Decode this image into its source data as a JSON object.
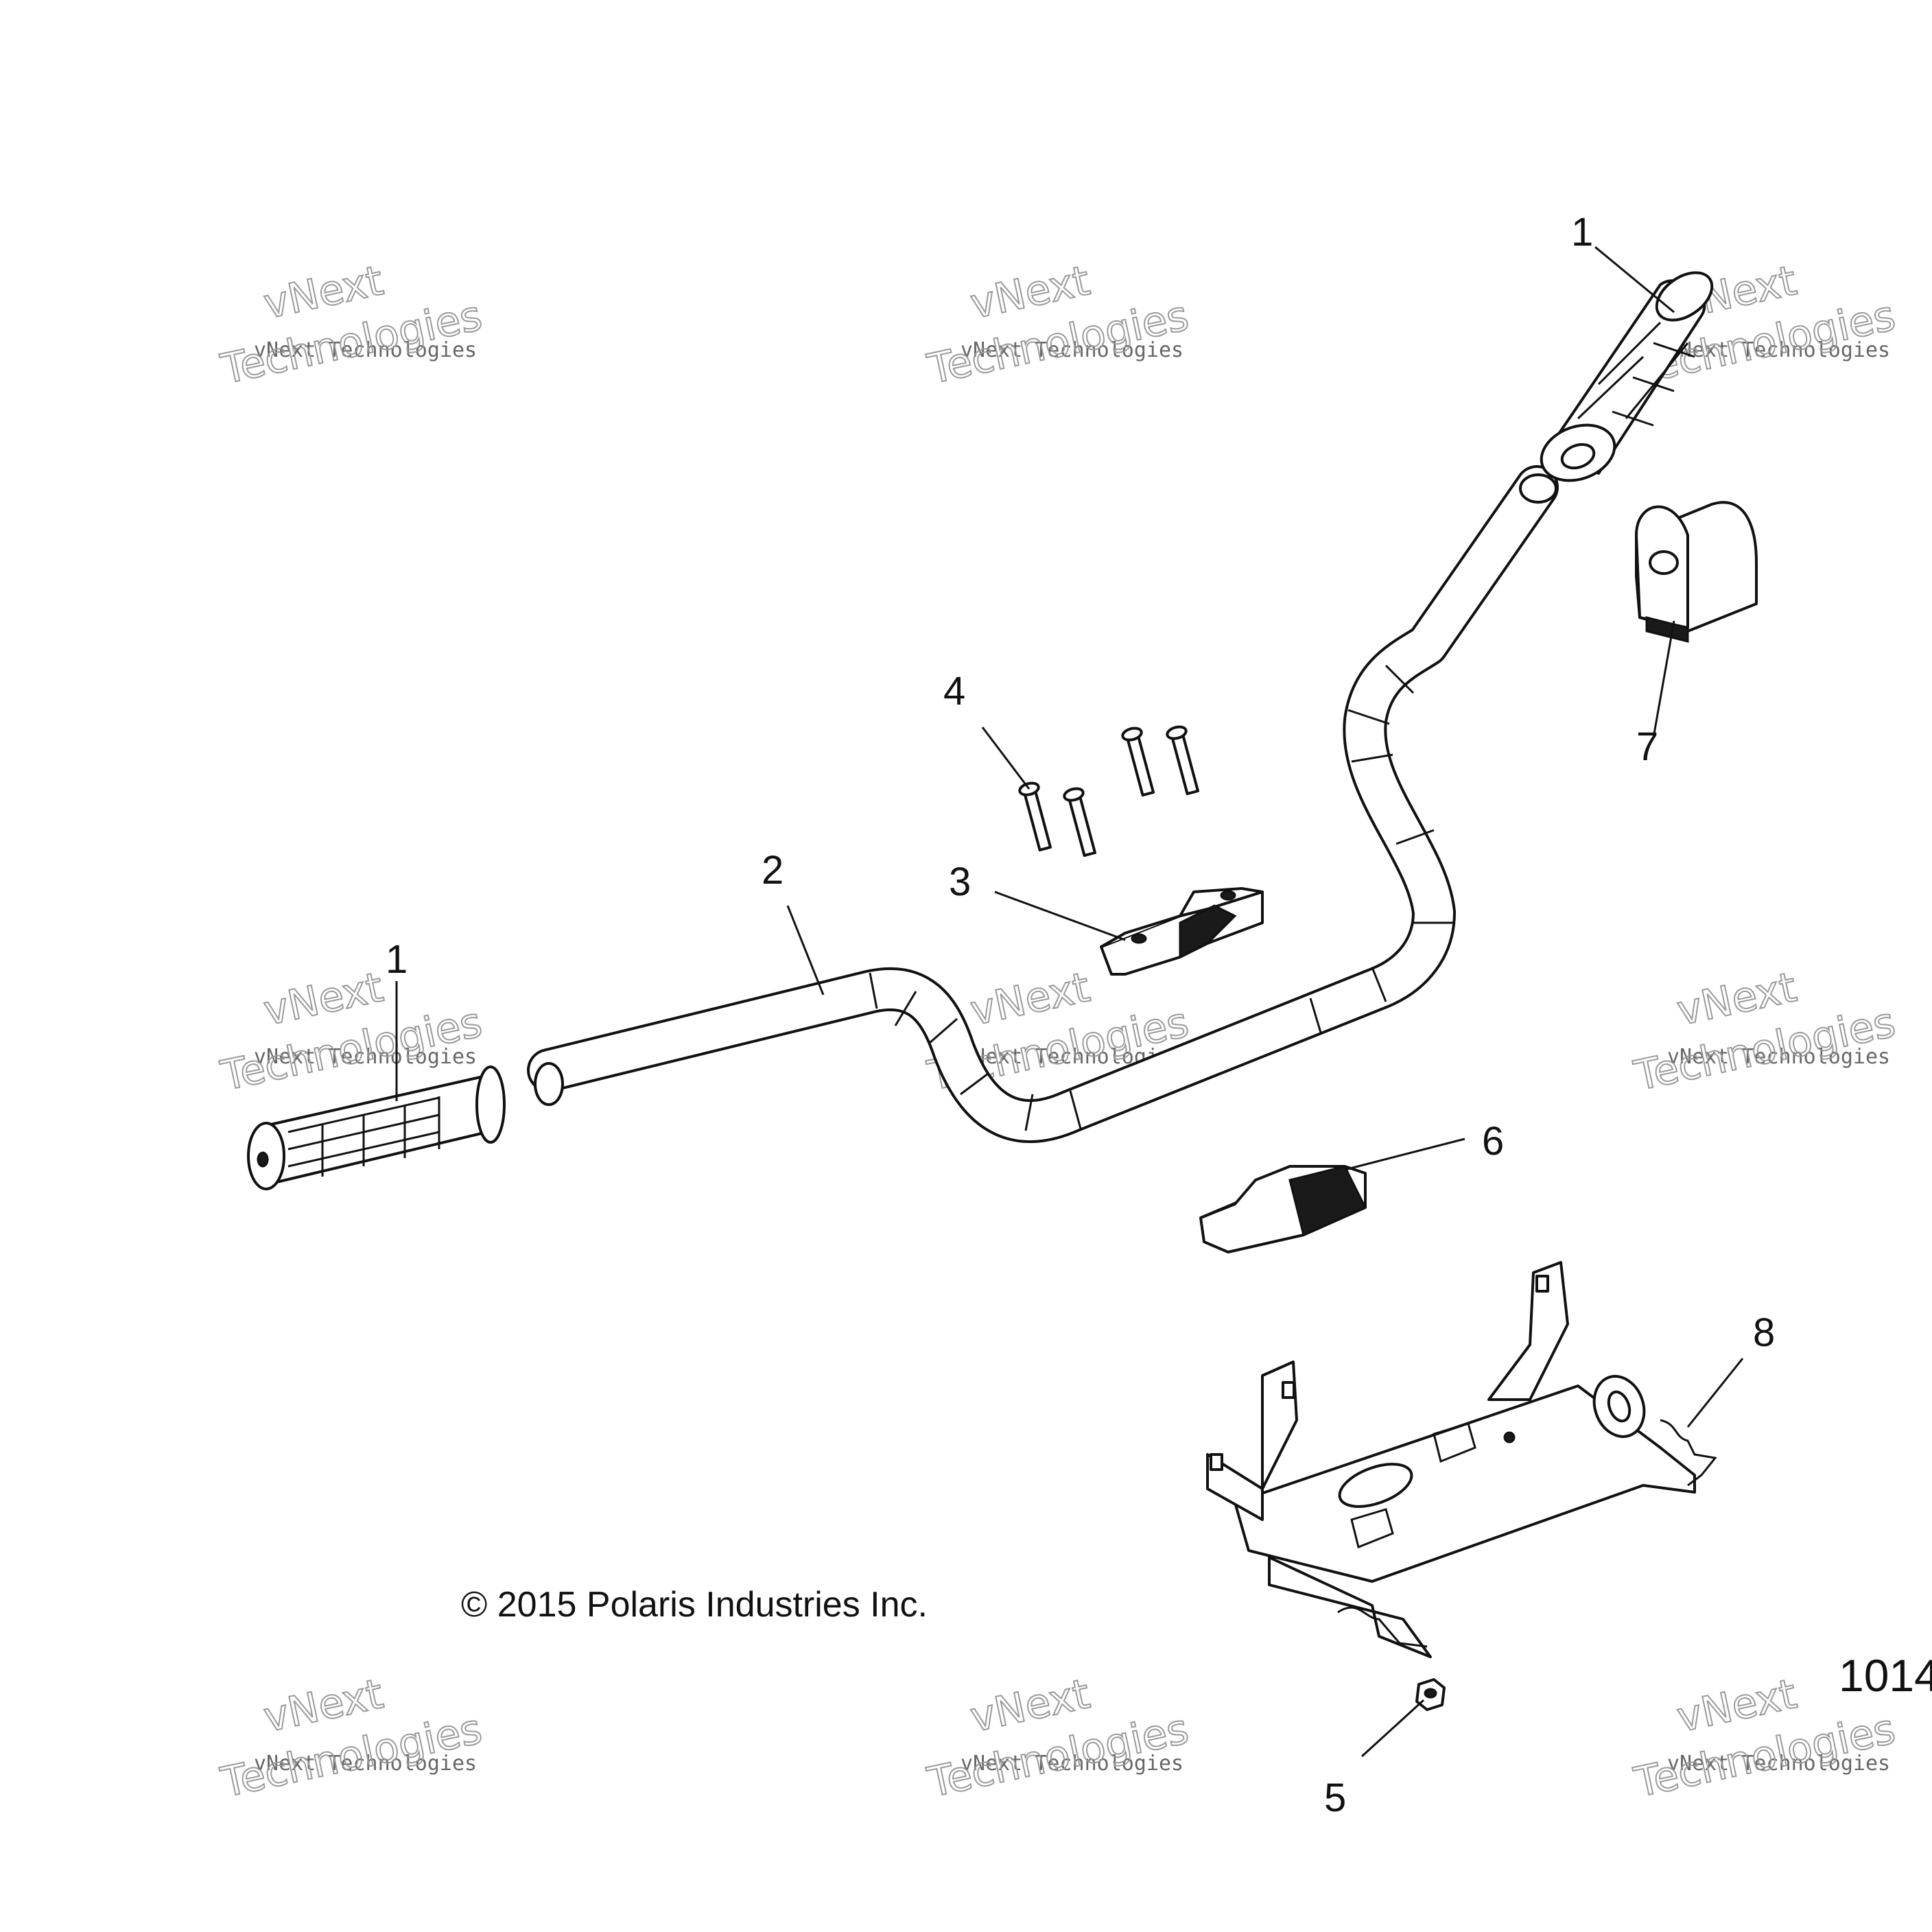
{
  "diagram": {
    "copyright": "© 2015 Polaris Industries Inc.",
    "doc_number": "1014",
    "watermark": {
      "line1": "vNext Technologies",
      "line2": "vNext",
      "line3": "Technologies"
    },
    "callouts": {
      "grip_right": "1",
      "grip_left": "1",
      "handlebar": "2",
      "clamp_upper": "3",
      "bolts": "4",
      "nut": "5",
      "clamp_lower": "6",
      "block": "7",
      "bracket": "8"
    }
  }
}
